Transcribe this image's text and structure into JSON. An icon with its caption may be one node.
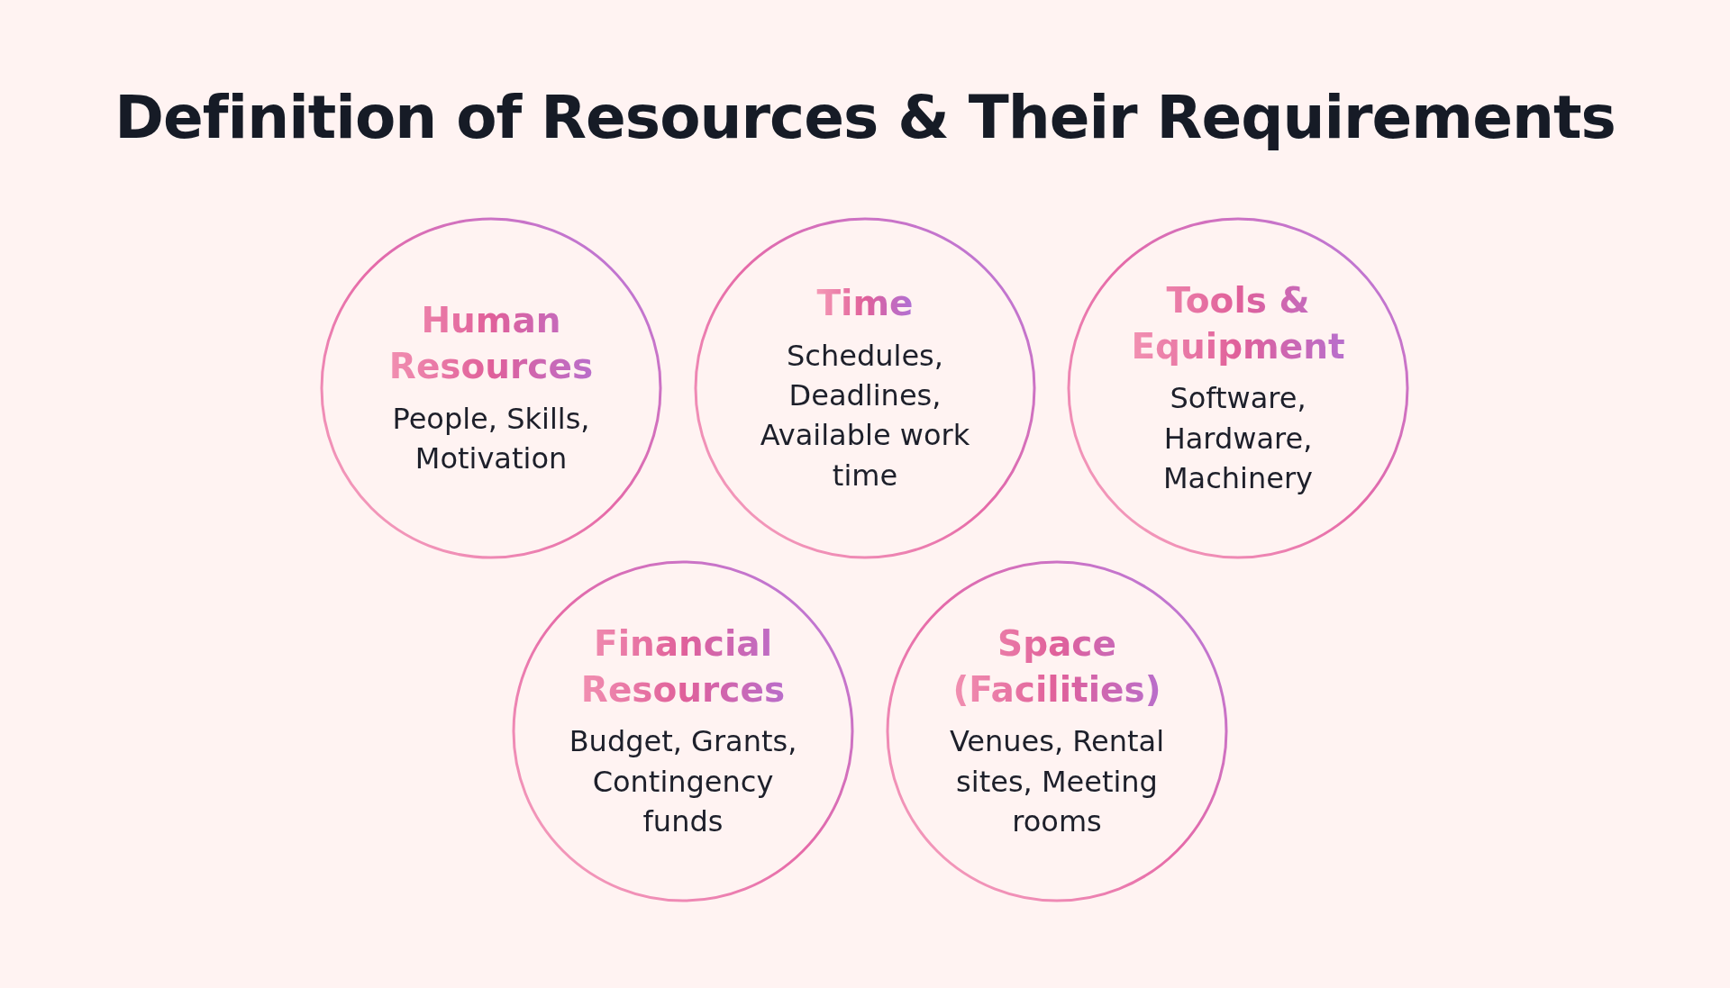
{
  "diagram": {
    "title": "Definition of Resources & Their Requirements",
    "nodes": [
      {
        "text": [
          "Human Resources",
          "People, Skills, Motivation"
        ]
      },
      {
        "text": [
          "Time",
          "Schedules, Deadlines, Available work time"
        ]
      },
      {
        "text": [
          "Tools & Equipment",
          "Software, Hardware, Machinery"
        ]
      },
      {
        "text": [
          "Financial Resources",
          "Budget, Grants, Contingency funds"
        ]
      },
      {
        "text": [
          "Space (Facilities)",
          "Venues, Rental sites, Meeting rooms"
        ]
      }
    ],
    "edges": []
  }
}
